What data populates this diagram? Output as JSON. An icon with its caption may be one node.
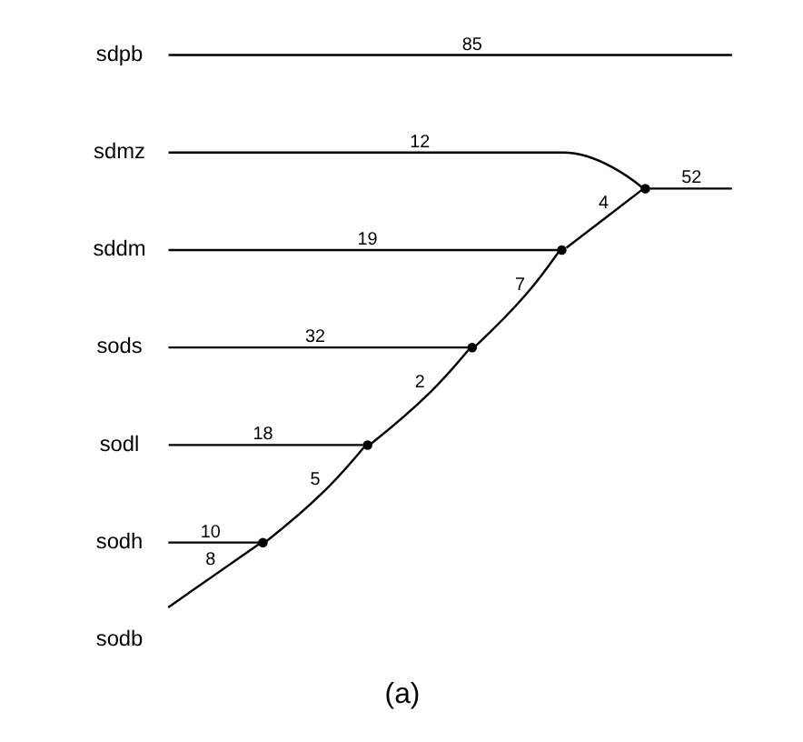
{
  "diagram": {
    "caption": "(a)",
    "nodes": [
      {
        "text": [
          "sodh"
        ]
      },
      {
        "text": [
          "sodb"
        ]
      },
      {
        "text": [
          "sodl"
        ]
      },
      {
        "text": [
          "sods"
        ]
      },
      {
        "text": [
          "sddm"
        ]
      },
      {
        "text": [
          "sdmz"
        ]
      },
      {
        "text": [
          "sdpb"
        ]
      },
      {
        "text": [],
        "shape": "point"
      },
      {
        "text": [],
        "shape": "point"
      },
      {
        "text": [],
        "shape": "point"
      },
      {
        "text": [],
        "shape": "point"
      },
      {
        "text": [],
        "shape": "point"
      }
    ],
    "edges": [
      {
        "from": 7,
        "to": 0,
        "arrow": "none",
        "label": "10"
      },
      {
        "from": 7,
        "to": 1,
        "arrow": "none",
        "label": "8"
      },
      {
        "from": 8,
        "to": 7,
        "arrow": "none",
        "label": "5"
      },
      {
        "from": 8,
        "to": 2,
        "arrow": "none",
        "label": "18"
      },
      {
        "from": 9,
        "to": 8,
        "arrow": "none",
        "label": "2"
      },
      {
        "from": 9,
        "to": 3,
        "arrow": "none",
        "label": "32"
      },
      {
        "from": 10,
        "to": 9,
        "arrow": "none",
        "label": "7"
      },
      {
        "from": 10,
        "to": 4,
        "arrow": "none",
        "label": "19"
      },
      {
        "from": 11,
        "to": 10,
        "arrow": "none",
        "label": "4"
      },
      {
        "from": 11,
        "to": 5,
        "arrow": "none",
        "label": "12"
      },
      {
        "from": null,
        "to": 11,
        "arrow": "none",
        "label": "52"
      },
      {
        "from": null,
        "to": 6,
        "arrow": "none",
        "label": "85"
      }
    ]
  }
}
